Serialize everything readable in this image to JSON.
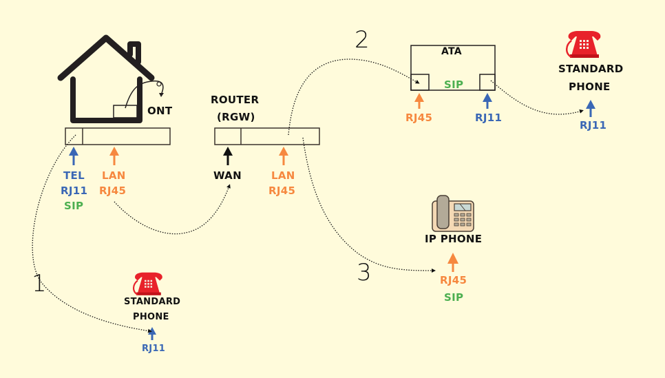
{
  "colors": {
    "background": "#fffbdb",
    "outline": "#111111",
    "rj11_blue": "#3a67b5",
    "rj45_orange": "#f6883f",
    "sip_green": "#4caf50",
    "phone_red": "#e8222a"
  },
  "ont": {
    "label": "ONT",
    "ports": {
      "tel": {
        "line1": "TEL",
        "line2": "RJ11",
        "line3": "SIP"
      },
      "lan": {
        "line1": "LAN",
        "line2": "RJ45"
      }
    }
  },
  "router": {
    "label_line1": "ROUTER",
    "label_line2": "(RGW)",
    "ports": {
      "wan": {
        "line1": "WAN"
      },
      "lan": {
        "line1": "LAN",
        "line2": "RJ45"
      }
    }
  },
  "ata": {
    "label": "ATA",
    "center_label": "SIP",
    "ports": {
      "rj45": "RJ45",
      "rj11": "RJ11"
    }
  },
  "standard_phone_top": {
    "label_line1": "STANDARD",
    "label_line2": "PHONE",
    "port": "RJ11",
    "icon": "red-rotary-phone-icon"
  },
  "standard_phone_bottom": {
    "label_line1": "STANDARD",
    "label_line2": "PHONE",
    "port": "RJ11",
    "icon": "red-rotary-phone-icon"
  },
  "ip_phone": {
    "label": "IP PHONE",
    "port": "RJ45",
    "protocol": "SIP",
    "icon": "desk-ip-phone-icon"
  },
  "connections": [
    {
      "number": "1",
      "from": "ONT TEL RJ11",
      "to": "Standard Phone RJ11"
    },
    {
      "number": "2",
      "from": "Router LAN",
      "to": "ATA RJ45"
    },
    {
      "number": "3",
      "from": "Router LAN",
      "to": "IP Phone RJ45"
    },
    {
      "number": "",
      "from": "ONT LAN RJ45",
      "to": "Router WAN"
    },
    {
      "number": "",
      "from": "ATA RJ11",
      "to": "Standard Phone RJ11"
    }
  ]
}
